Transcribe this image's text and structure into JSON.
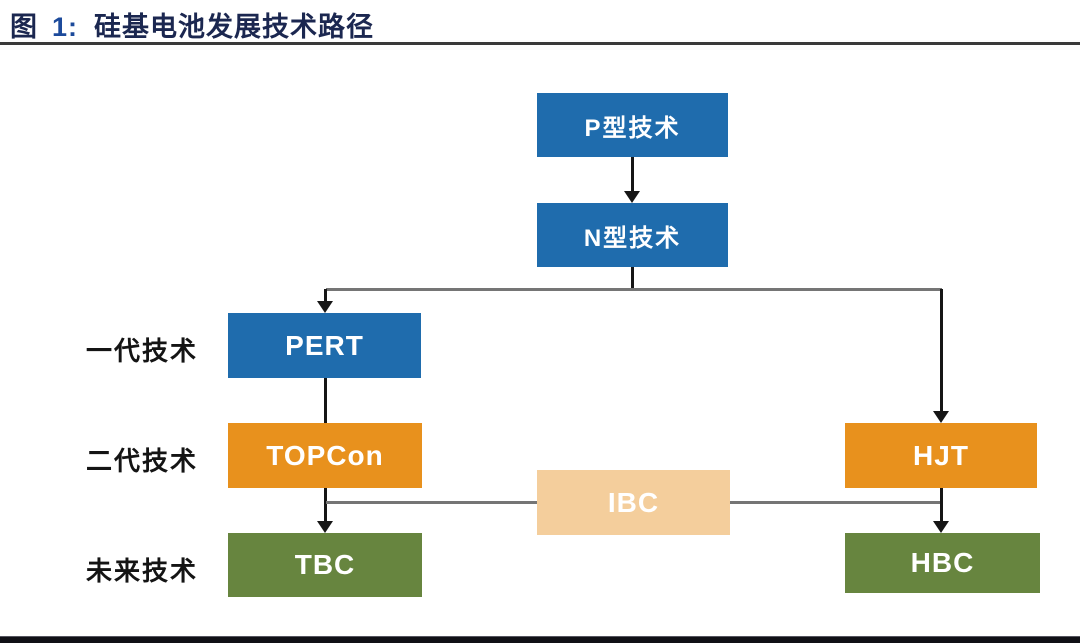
{
  "figure": {
    "title_prefix": "图",
    "title_number": "1:",
    "title_text": "硅基电池发展技术路径"
  },
  "colors": {
    "blue": "#1f6cad",
    "orange": "#e8911d",
    "green": "#67853f",
    "tan": "#f4ce9c",
    "line_gray": "#757575",
    "line_black": "#161616",
    "title_navy": "#1b2750",
    "title_number_blue": "#1c4a9b",
    "rule": "#3a3a3a",
    "bottom_bar": "#101016"
  },
  "generation_labels": {
    "gen1": "一代技术",
    "gen2": "二代技术",
    "future": "未来技术"
  },
  "nodes": {
    "p_type": "P型技术",
    "n_type": "N型技术",
    "pert": "PERT",
    "topcon": "TOPCon",
    "hjt": "HJT",
    "ibc": "IBC",
    "tbc": "TBC",
    "hbc": "HBC"
  },
  "edges": [
    {
      "from": "P型技术",
      "to": "N型技术",
      "arrow": true
    },
    {
      "from": "N型技术",
      "to": "PERT",
      "arrow": true
    },
    {
      "from": "N型技术",
      "to": "HJT",
      "arrow": true
    },
    {
      "from": "PERT",
      "to": "TOPCon",
      "arrow": false
    },
    {
      "from": "TOPCon",
      "to": "TBC",
      "arrow": true
    },
    {
      "from": "HJT",
      "to": "HBC",
      "arrow": true
    },
    {
      "from": "TOPCon",
      "to": "HJT",
      "via": "IBC",
      "arrow": false
    }
  ]
}
